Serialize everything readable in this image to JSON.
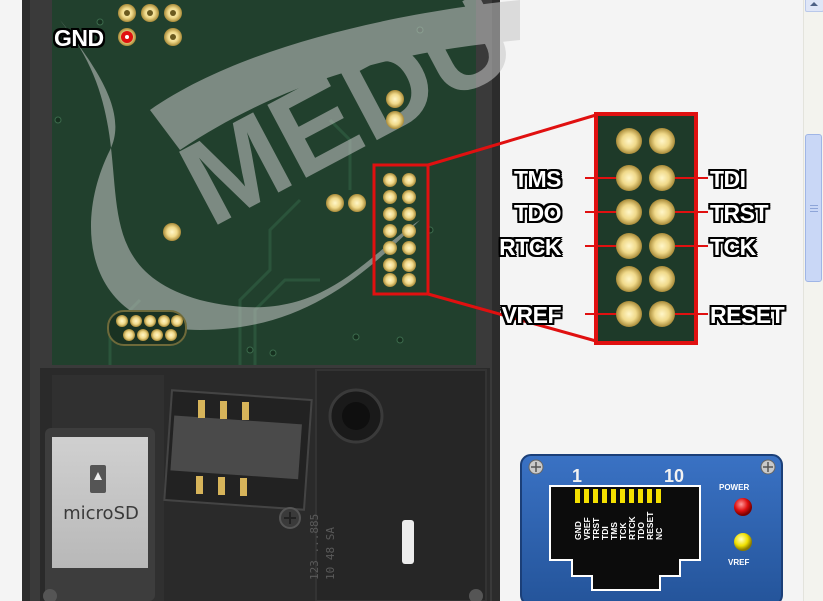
{
  "photo": {
    "watermark_text": "MEDU",
    "gnd_label": "GND",
    "microsd_label": "microSD",
    "pcb_print": "123 ...885 ... 10 48 SA ..."
  },
  "jtag_pins": {
    "left": [
      "TMS",
      "TDO",
      "RTCK",
      "VREF"
    ],
    "right": [
      "TDI",
      "TRST",
      "TCK",
      "RESET"
    ]
  },
  "adapter": {
    "pin_first": "1",
    "pin_last": "10",
    "power_label": "POWER",
    "vref_label": "VREF",
    "pin_names": [
      "GND",
      "VREF",
      "TRST",
      "TDI",
      "TMS",
      "TCK",
      "RTCK",
      "TDO",
      "RESET",
      "NC"
    ]
  },
  "colors": {
    "pcb": "#1f3a2a",
    "highlight": "#e01010",
    "adapter": "#2d5fa8",
    "pad": "#d8c27a"
  },
  "icons": {
    "gnd_marker": "red-dot-icon",
    "power_led": "red-led-icon",
    "vref_led": "yellow-led-icon",
    "screw": "screw-icon",
    "scroll_up": "arrow-up-icon"
  }
}
